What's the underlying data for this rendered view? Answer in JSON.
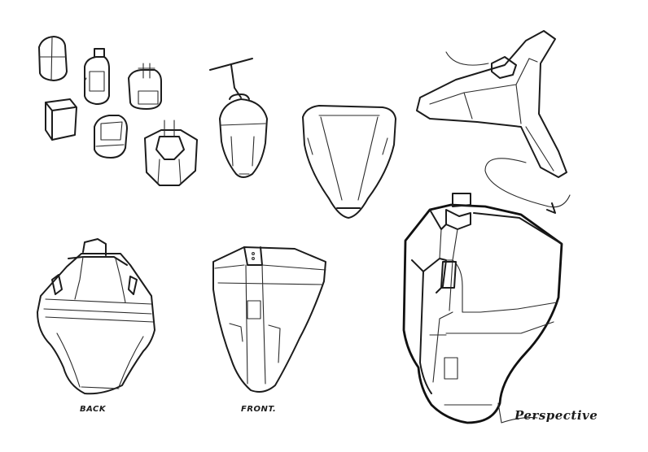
{
  "labels": {
    "back": "BACK",
    "front": "FRONT.",
    "perspective": "Perspective"
  },
  "colors": {
    "paper": "#ffffff",
    "ink": "#1c1c1c"
  }
}
